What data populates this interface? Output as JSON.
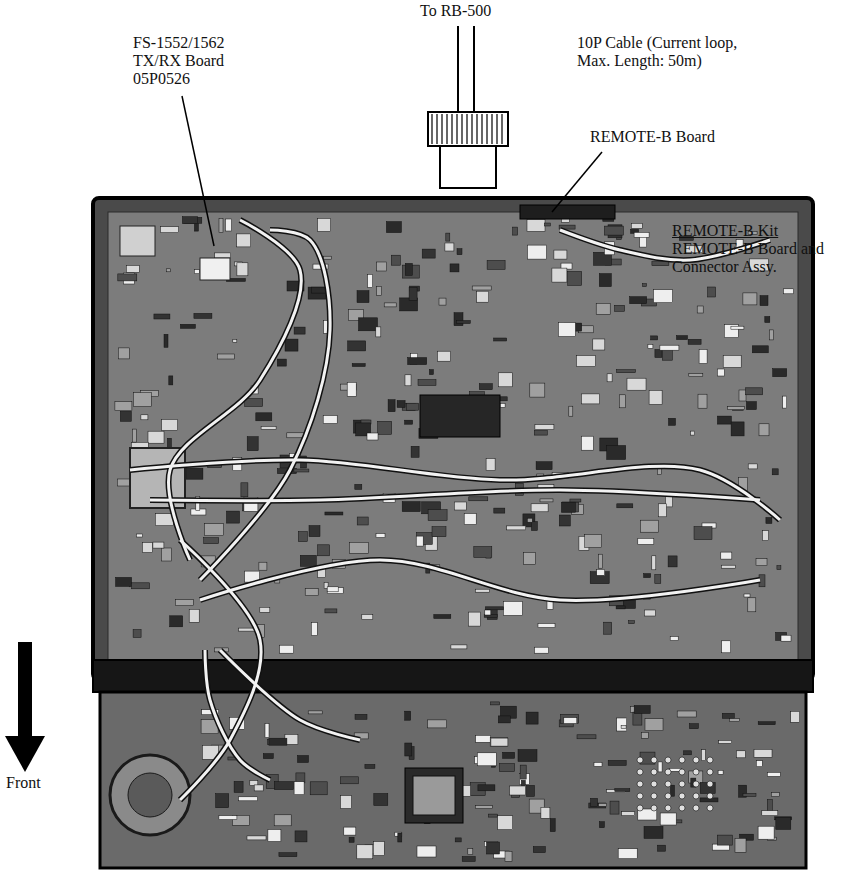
{
  "diagram": {
    "labels": [
      "To RB-500",
      "FS-1552/1562 TX/RX Board 05P0526",
      "10P Cable (Current loop, Max. Length: 50m)",
      "REMOTE-B Board",
      "REMOTE-B Kit",
      "REMOTE-B Board and Connector Assy.",
      "Front"
    ]
  }
}
